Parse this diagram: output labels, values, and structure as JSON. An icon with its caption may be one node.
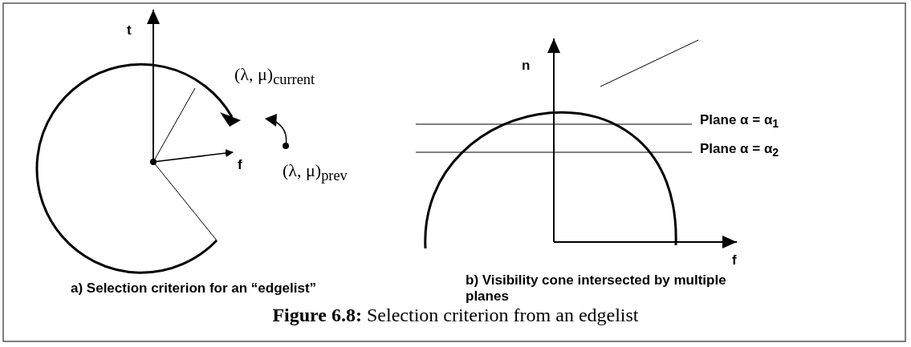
{
  "diagram": {
    "caption": "**Figure 6.8:** Selection criterion from an edgelist",
    "labels": [
      "t",
      "(λ, μ)$_{current}$",
      "(λ, μ)$_{prev}$",
      "f",
      "a) Selection criterion for an “edgelist”",
      "n",
      "Plane α = α$_{1}$",
      "Plane α = α$_{2}$",
      "f",
      "b) Visibility cone intersected by multiple planes"
    ]
  }
}
